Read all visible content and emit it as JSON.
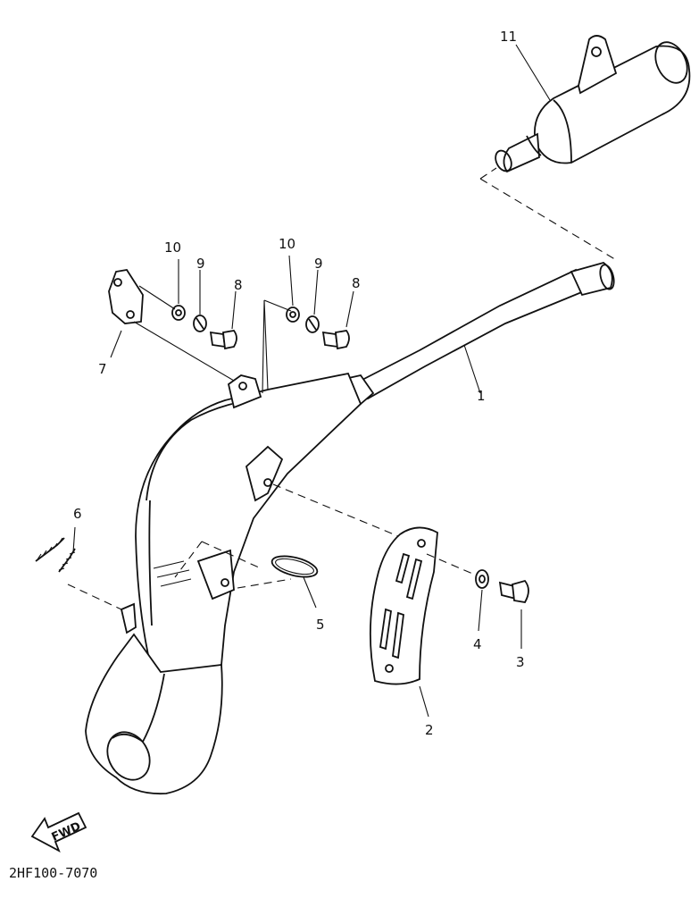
{
  "diagram": {
    "part_labels": {
      "p1": "1",
      "p2": "2",
      "p3": "3",
      "p4": "4",
      "p5": "5",
      "p6": "6",
      "p7": "7",
      "p8a": "8",
      "p8b": "8",
      "p9a": "9",
      "p9b": "9",
      "p10a": "10",
      "p10b": "10",
      "p11": "11"
    },
    "fwd_label": "FWD",
    "drawing_code": "2HF100-7070"
  }
}
